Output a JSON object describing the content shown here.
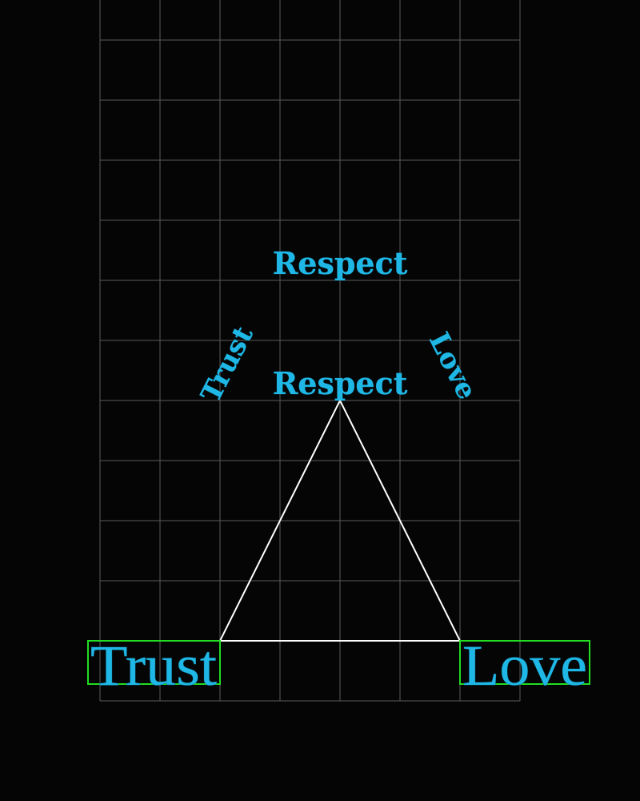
{
  "diagram": {
    "top_label": "Respect",
    "apex_label": "Respect",
    "left_side_label": "Trust",
    "right_side_label": "Love",
    "left_corner_label": "Trust",
    "right_corner_label": "Love"
  },
  "colors": {
    "background": "#050505",
    "grid": "#5a5a5a",
    "triangle": "#ffffff",
    "label_fill": "#1fb8e6",
    "box_outline": "#22dd22"
  }
}
